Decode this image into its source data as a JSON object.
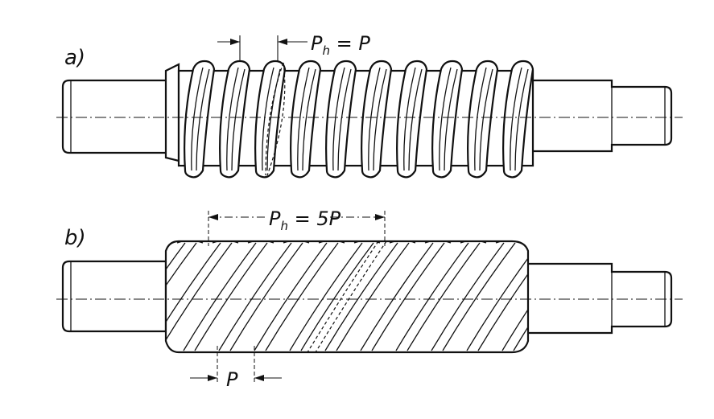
{
  "figure_a": {
    "label": "a)",
    "annotation_main": "P",
    "annotation_sub": "h",
    "annotation_rest": " = P",
    "thread_starts": 1
  },
  "figure_b": {
    "label": "b)",
    "annotation_main": "P",
    "annotation_sub": "h",
    "annotation_rest": " = 5P",
    "pitch_label": "P",
    "thread_starts": 5
  }
}
